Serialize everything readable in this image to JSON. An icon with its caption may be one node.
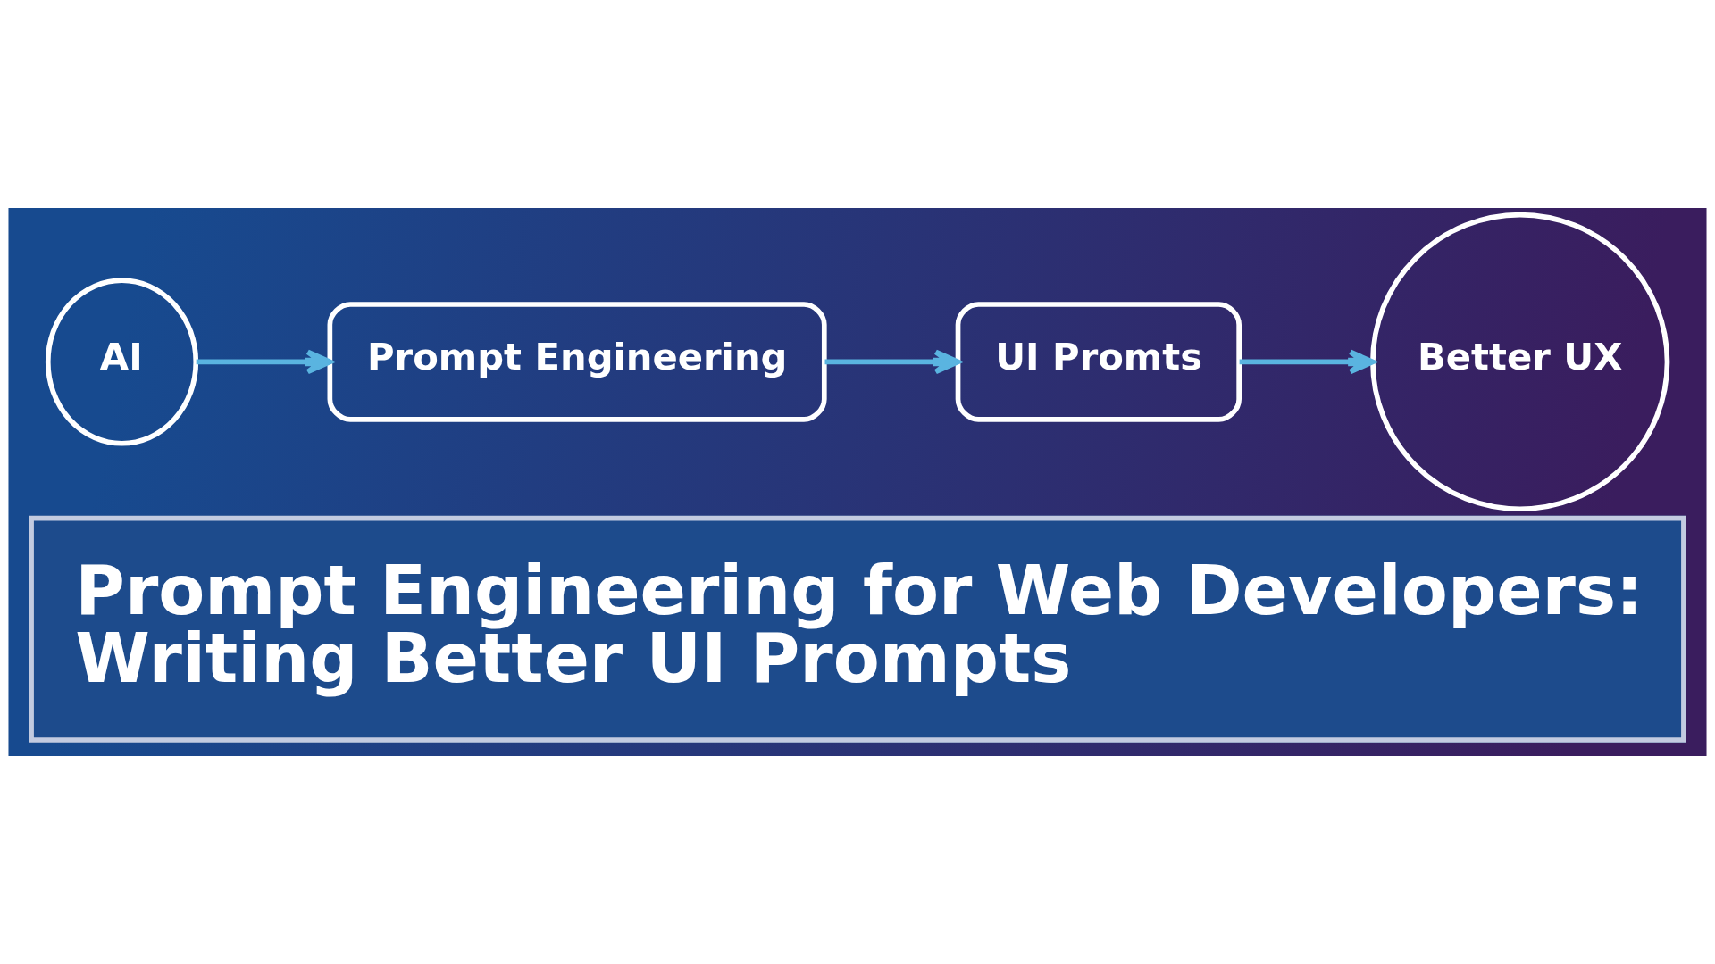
{
  "diagram": {
    "title": "Prompt Engineering for Web Developers: Writing Better UI Prompts",
    "nodes": [
      {
        "text": [
          "AI"
        ]
      },
      {
        "text": [
          "Prompt Engineering"
        ]
      },
      {
        "text": [
          "UI Promts"
        ]
      },
      {
        "text": [
          "Better UX"
        ]
      }
    ],
    "edges": [
      {
        "from": 0,
        "to": 1,
        "arrow": "to"
      },
      {
        "from": 1,
        "to": 2,
        "arrow": "to"
      },
      {
        "from": 2,
        "to": 3,
        "arrow": "to"
      }
    ]
  }
}
